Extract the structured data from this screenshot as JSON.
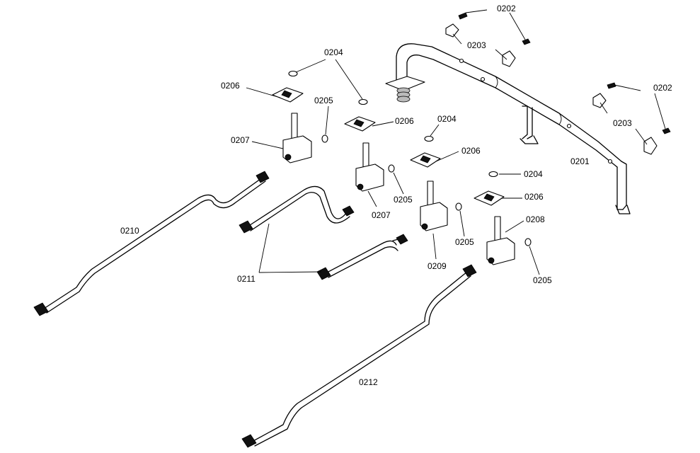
{
  "labels": {
    "l0202a": "0202",
    "l0202b": "0202",
    "l0203a": "0203",
    "l0203b": "0203",
    "l0204a": "0204",
    "l0204b": "0204",
    "l0204c": "0204",
    "l0205a": "0205",
    "l0205b": "0205",
    "l0205c": "0205",
    "l0205d": "0205",
    "l0206a": "0206",
    "l0206b": "0206",
    "l0206c": "0206",
    "l0206d": "0206",
    "l0207a": "0207",
    "l0207b": "0207",
    "l0208": "0208",
    "l0209": "0209",
    "l0201": "0201",
    "l0210": "0210",
    "l0211": "0211",
    "l0212": "0212"
  }
}
